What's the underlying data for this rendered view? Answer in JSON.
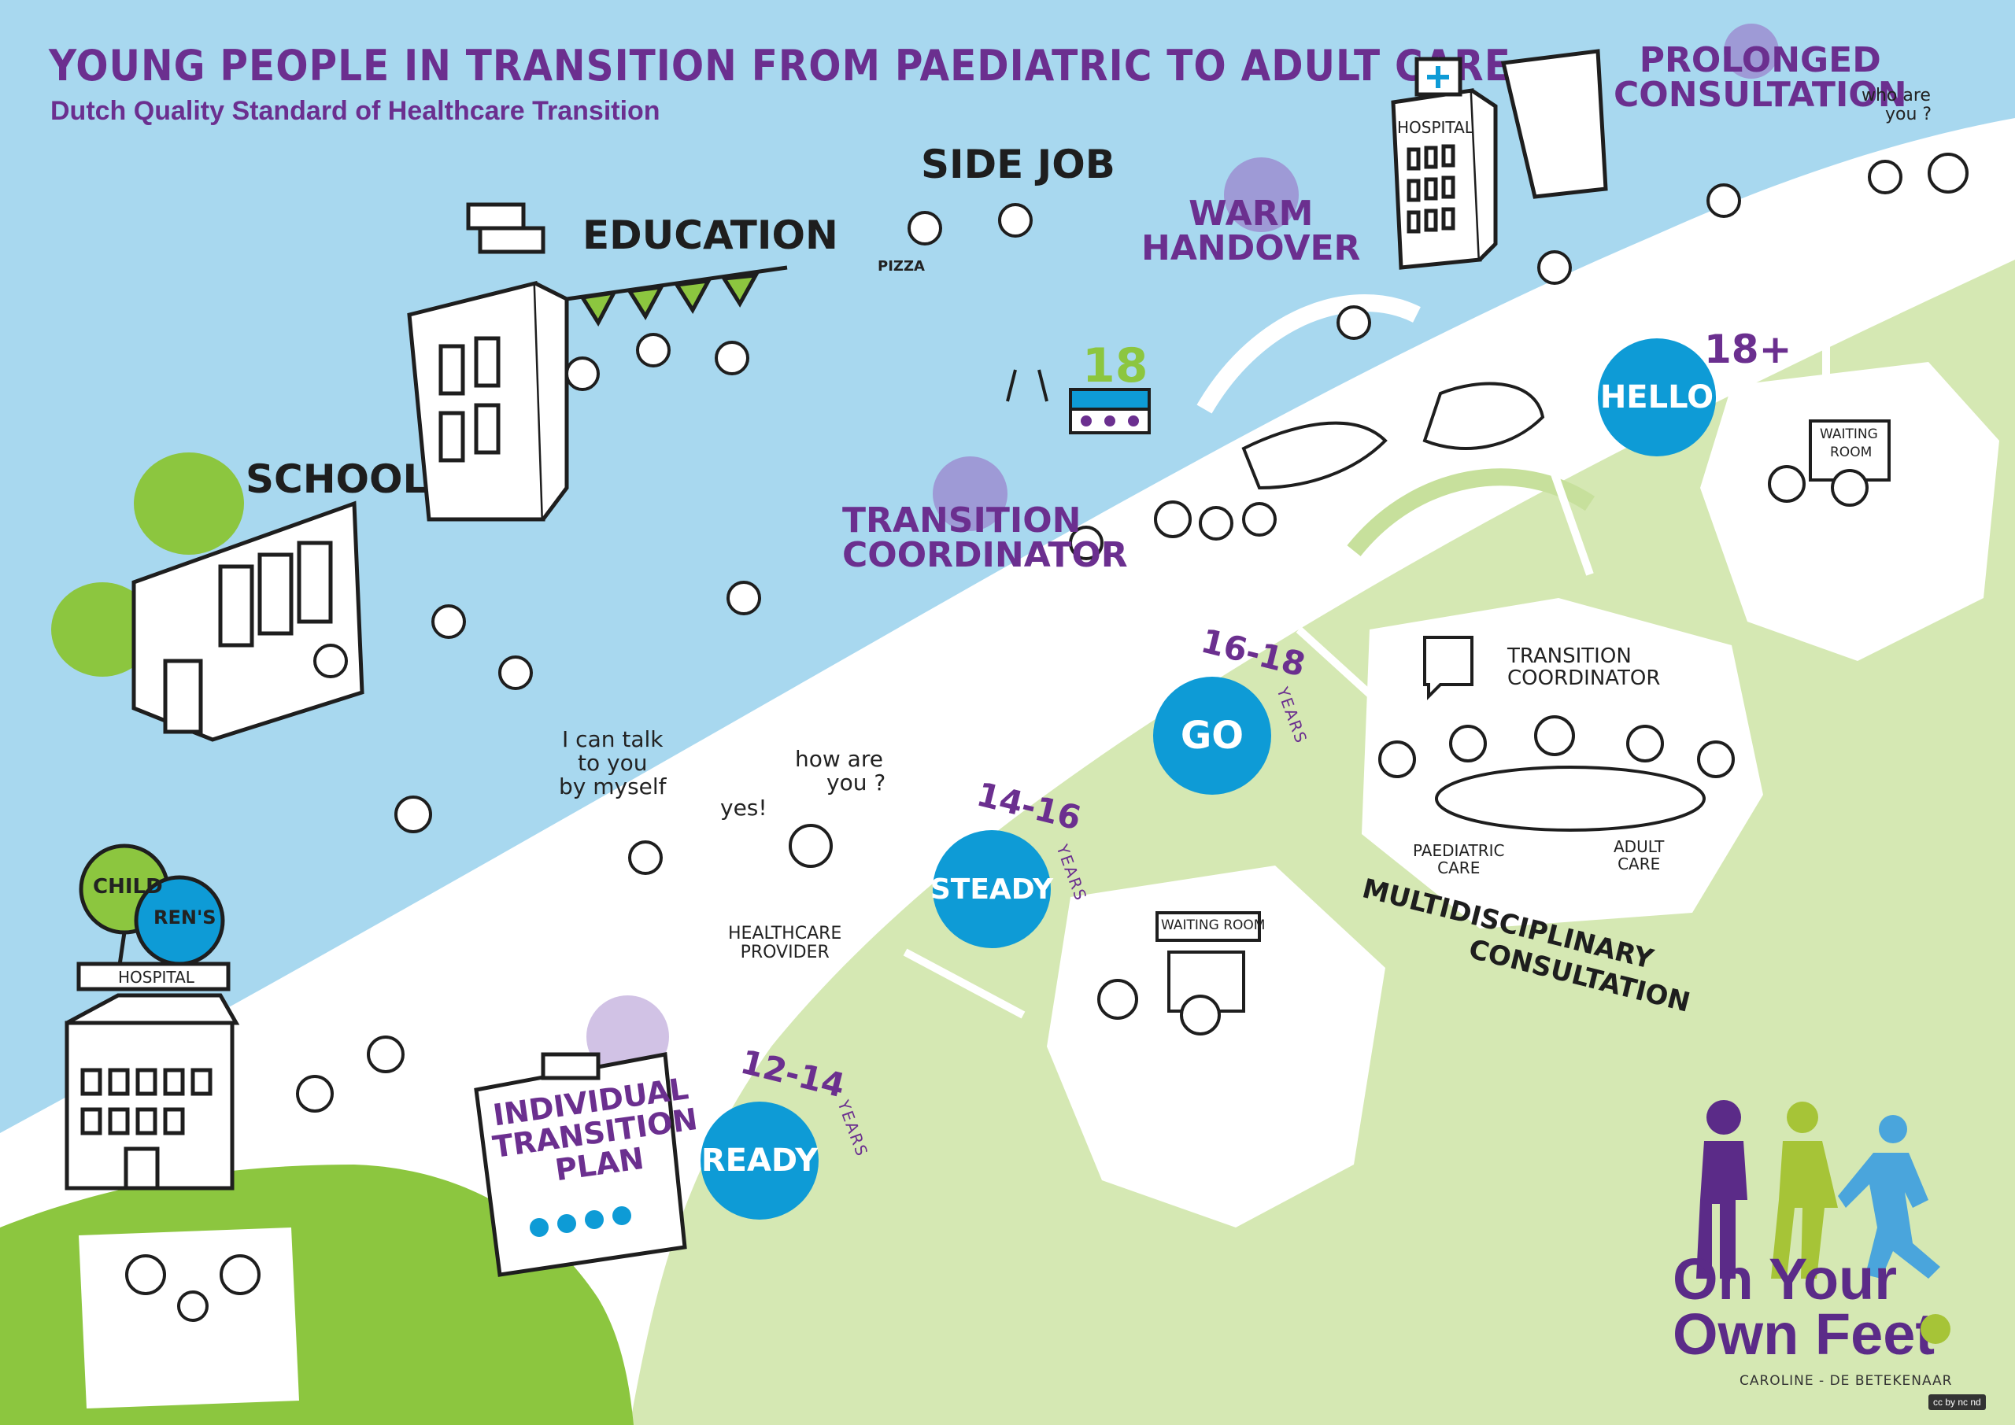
{
  "header": {
    "title": "YOUNG PEOPLE IN TRANSITION FROM PAEDIATRIC TO ADULT CARE",
    "subtitle": "Dutch Quality Standard of Healthcare Transition"
  },
  "places": {
    "school": "SCHOOL",
    "education": "EDUCATION",
    "side_job": "SIDE JOB",
    "pizza": "PIZZA",
    "hospital_adult": "HOSPITAL",
    "childrens_balloon_1": "CHILD",
    "childrens_balloon_2": "REN'S",
    "childrens_hospital_sign": "HOSPITAL",
    "waiting_room_1": "WAITING ROOM",
    "waiting_room_2_line1": "WAITING",
    "waiting_room_2_line2": "ROOM",
    "birthday_number": "18"
  },
  "concepts": {
    "warm_handover": [
      "WARM",
      "HANDOVER"
    ],
    "prolonged_consultation": [
      "PROLONGED",
      "CONSULTATION"
    ],
    "transition_coordinator": [
      "TRANSITION",
      "COORDINATOR"
    ],
    "individual_transition_plan": [
      "INDIVIDUAL",
      "TRANSITION",
      "PLAN"
    ],
    "multidisciplinary": [
      "MULTIDISCIPLINARY",
      "CONSULTATION"
    ]
  },
  "speech": {
    "talk_myself": [
      "I can talk",
      "to you",
      "by myself"
    ],
    "yes": "yes!",
    "how_are_you": [
      "how are",
      "you ?"
    ],
    "who_are_you": [
      "who are",
      "you ?"
    ],
    "healthcare_provider": [
      "HEALTHCARE",
      "PROVIDER"
    ]
  },
  "meeting": {
    "coordinator": [
      "TRANSITION",
      "COORDINATOR"
    ],
    "paediatric": [
      "PAEDIATRIC",
      "CARE"
    ],
    "adult": [
      "ADULT",
      "CARE"
    ]
  },
  "stages": [
    {
      "label": "READY",
      "age": "12-14",
      "unit": "YEARS"
    },
    {
      "label": "STEADY",
      "age": "14-16",
      "unit": "YEARS"
    },
    {
      "label": "GO",
      "age": "16-18",
      "unit": "YEARS"
    },
    {
      "label": "HELLO",
      "age": "18+",
      "unit": ""
    }
  ],
  "logo": {
    "line1": "On Your",
    "line2": "Own Feet",
    "credit": "CAROLINE - DE BETEKENAAR",
    "license": "cc by nc nd"
  },
  "colors": {
    "sky": "#a8d8ef",
    "road": "#ffffff",
    "meadow": "#d5e8b3",
    "grass": "#8cc63f",
    "accent_blue": "#0e9bd6",
    "purple": "#6b2f8f",
    "dot_purple": "#9c8fd1",
    "logo_green": "#a6c437",
    "logo_blue": "#4aa5dc"
  }
}
